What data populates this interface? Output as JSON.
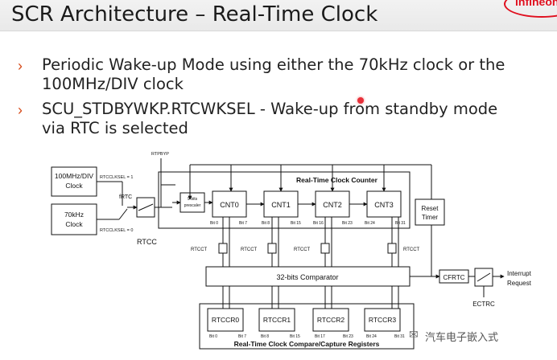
{
  "slide": {
    "title": "SCR Architecture – Real-Time Clock",
    "logo_text": "infineon",
    "bullets": [
      {
        "line1": "Periodic Wake-up Mode using either the 70kHz clock or the",
        "line2": "100MHz/DIV clock"
      },
      {
        "line1": "SCU_STDBYWKP.RTCWKSEL - Wake-up from standby mode",
        "line2": "via RTC is selected"
      }
    ],
    "bullet_marker": "›"
  },
  "diagram": {
    "clk100_line1": "100MHz/DIV",
    "clk100_line2": "Clock",
    "clk70_line1": "70kHz",
    "clk70_line2": "Clock",
    "rtcclksel1": "RTCCLKSEL = 1",
    "rtcclksel0": "RTCCLKSEL = 0",
    "frtc": "fRTC",
    "rtcc": "RTCC",
    "rtpbyp": "RTPBYP",
    "prescaler_line1": "9-bits",
    "prescaler_line2": "prescaler",
    "counter_title": "Real-Time Clock Counter",
    "counters": [
      "CNT0",
      "CNT1",
      "CNT2",
      "CNT3"
    ],
    "cnt_bits": [
      [
        "Bit 0",
        "Bit 7"
      ],
      [
        "Bit 8",
        "Bit 15"
      ],
      [
        "Bit 16",
        "Bit 23"
      ],
      [
        "Bit 24",
        "Bit 31"
      ]
    ],
    "reset_line1": "Reset",
    "reset_line2": "Timer",
    "rtcct": "RTCCT",
    "comparator": "32-bits Comparator",
    "cfrtc": "CFRTC",
    "ectrc": "ECTRC",
    "interrupt_line1": "Interrupt",
    "interrupt_line2": "Request",
    "capture_regs": [
      "RTCCR0",
      "RTCCR1",
      "RTCCR2",
      "RTCCR3"
    ],
    "capture_bits": [
      [
        "Bit 0",
        "Bit 7"
      ],
      [
        "Bit 8",
        "Bit 15"
      ],
      [
        "Bit 17",
        "Bit 23"
      ],
      [
        "Bit 24",
        "Bit 31"
      ]
    ],
    "capture_title": "Real-Time Clock Compare/Capture Registers"
  },
  "watermark": {
    "text": "汽车电子嵌入式",
    "icon": "wechat-icon"
  }
}
